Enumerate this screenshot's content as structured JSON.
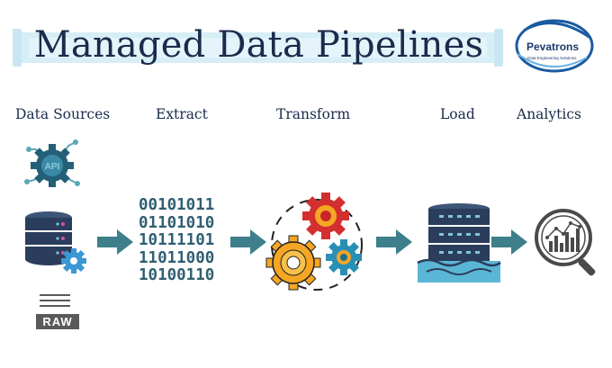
{
  "title": "Managed Data Pipelines",
  "logo": {
    "name": "Pevatrons",
    "tagline": "Data Engineering Solutions"
  },
  "stages": [
    {
      "label": "Data Sources"
    },
    {
      "label": "Extract"
    },
    {
      "label": "Transform"
    },
    {
      "label": "Load"
    },
    {
      "label": "Analytics"
    }
  ],
  "api_label": "API",
  "raw_label": "RAW",
  "binary_rows": [
    "00101011",
    "01101010",
    "10111101",
    "11011000",
    "10100110"
  ],
  "colors": {
    "title_text": "#1b2b4b",
    "banner": "#d7eef7",
    "arrow": "#3d7f8a",
    "server_dark": "#2b3d5c",
    "gear_red": "#d32f2f",
    "gear_yellow": "#f5a623",
    "gear_blue": "#2a8fb5"
  }
}
